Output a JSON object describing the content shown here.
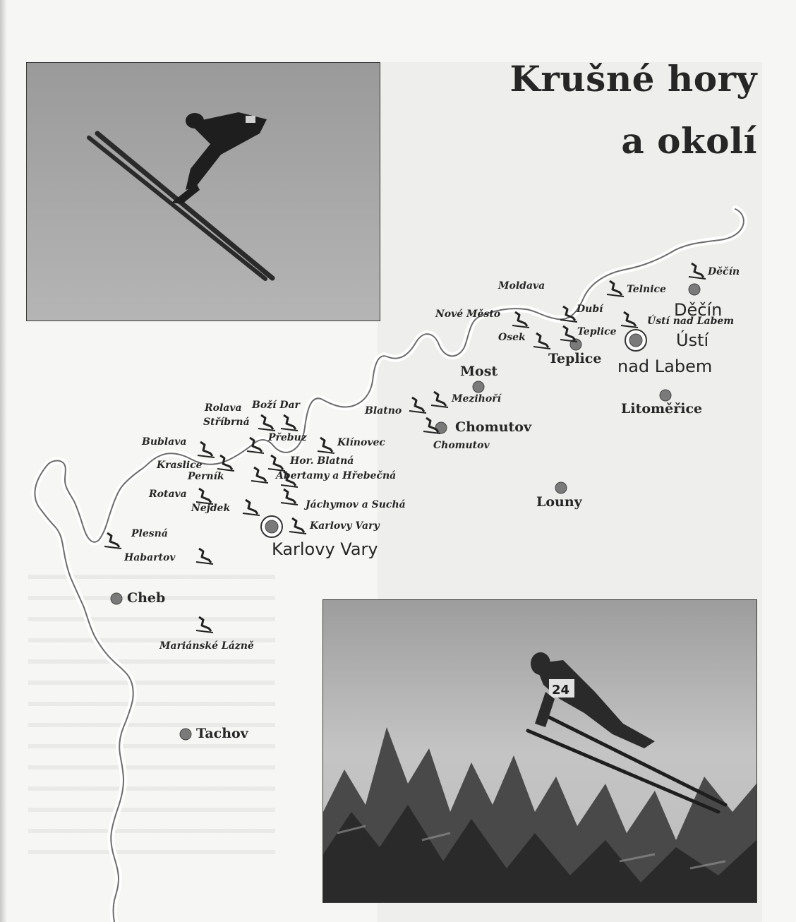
{
  "title": {
    "line1": "Krušné hory",
    "line2": "a okolí"
  },
  "photos": [
    {
      "name": "ski-jumper-photo-top"
    },
    {
      "name": "ski-jumper-photo-bottom",
      "bib": "24"
    }
  ],
  "map": {
    "cities": [
      {
        "id": "decin",
        "label": "Děčín"
      },
      {
        "id": "usti-line1",
        "label": "Ústí"
      },
      {
        "id": "usti-line2",
        "label": "nad Labem"
      },
      {
        "id": "teplice",
        "label": "Teplice"
      },
      {
        "id": "most",
        "label": "Most"
      },
      {
        "id": "litomerice",
        "label": "Litoměřice"
      },
      {
        "id": "chomutov",
        "label": "Chomutov"
      },
      {
        "id": "louny",
        "label": "Louny"
      },
      {
        "id": "karlovy-vary",
        "label": "Karlovy Vary"
      },
      {
        "id": "cheb",
        "label": "Cheb"
      },
      {
        "id": "tachov",
        "label": "Tachov"
      }
    ],
    "ski_jumps": [
      {
        "id": "decin",
        "label": "Děčín"
      },
      {
        "id": "telnice",
        "label": "Telnice"
      },
      {
        "id": "moldava",
        "label": "Moldava"
      },
      {
        "id": "dubi",
        "label": "Dubí"
      },
      {
        "id": "nove-mesto",
        "label": "Nové Město"
      },
      {
        "id": "teplice",
        "label": "Teplice"
      },
      {
        "id": "usti",
        "label": "Ústí nad Labem"
      },
      {
        "id": "osek",
        "label": "Osek"
      },
      {
        "id": "mezihori",
        "label": "Mezihoří"
      },
      {
        "id": "blatno",
        "label": "Blatno"
      },
      {
        "id": "chomutov",
        "label": "Chomutov"
      },
      {
        "id": "rolava",
        "label": "Rolava"
      },
      {
        "id": "bozi-dar",
        "label": "Boží Dar"
      },
      {
        "id": "stribrna",
        "label": "Stříbrná"
      },
      {
        "id": "bublava",
        "label": "Bublava"
      },
      {
        "id": "prebuz",
        "label": "Přebuz"
      },
      {
        "id": "klinovec",
        "label": "Klínovec"
      },
      {
        "id": "kraslice",
        "label": "Kraslice"
      },
      {
        "id": "hor-blatna",
        "label": "Hor. Blatná"
      },
      {
        "id": "pernink",
        "label": "Perník"
      },
      {
        "id": "abertamy",
        "label": "Abertamy a Hřebečná"
      },
      {
        "id": "rotava",
        "label": "Rotava"
      },
      {
        "id": "nejdek",
        "label": "Nejdek"
      },
      {
        "id": "jachymov",
        "label": "Jáchymov a Suchá"
      },
      {
        "id": "karlovy-vary",
        "label": "Karlovy Vary"
      },
      {
        "id": "plesna",
        "label": "Plesná"
      },
      {
        "id": "habartov",
        "label": "Habartov"
      },
      {
        "id": "marianske-lazne",
        "label": "Mariánské Lázně"
      }
    ]
  }
}
